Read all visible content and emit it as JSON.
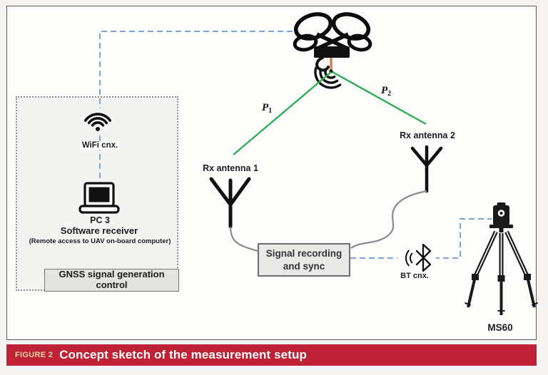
{
  "figure": {
    "caption_label": "FIGURE 2",
    "caption_text": "Concept sketch of the measurement setup"
  },
  "control_station": {
    "wifi_label": "WiFi cnx.",
    "pc_label": "PC 3",
    "receiver_label": "Software receiver",
    "remote_note": "(Remote access to UAV on-board computer)",
    "gnss_label": "GNSS signal generation control"
  },
  "signal_paths": {
    "p1_base": "P",
    "p1_sub": "1",
    "p2_base": "P",
    "p2_sub": "2"
  },
  "receivers": {
    "rx1_label": "Rx antenna 1",
    "rx2_label": "Rx antenna 2",
    "recording_label": "Signal recording and sync"
  },
  "total_station": {
    "bt_label": "BT cnx.",
    "ms60_label": "MS60"
  },
  "icons": {
    "uav": "quadcopter-drone-icon",
    "wifi": "wifi-signal-icon",
    "pc": "laptop-icon",
    "rx": "antenna-icon",
    "bt": "bluetooth-icon",
    "station": "total-station-tripod-icon"
  },
  "colors": {
    "caption_red": "#bf2236",
    "path_green": "#2fad55",
    "link_blue": "#7ba6d7"
  }
}
